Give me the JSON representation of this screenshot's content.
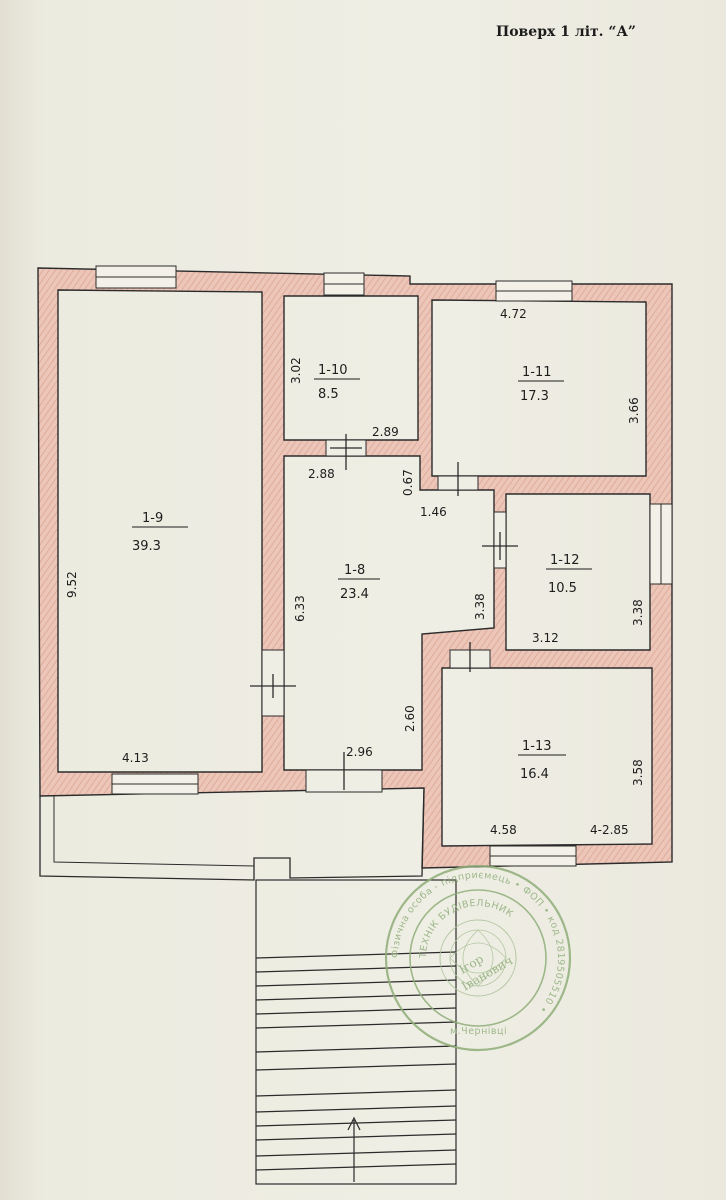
{
  "header": {
    "title": "Поверх 1  літ. “А”"
  },
  "colors": {
    "wall_fill": "#e8c2b5",
    "wall_line": "#2b2b2b",
    "stamp": "#8fae7a",
    "paper": "#efeee4"
  },
  "rooms": [
    {
      "code": "1-9",
      "area": "39.3"
    },
    {
      "code": "1-10",
      "area": "8.5"
    },
    {
      "code": "1-11",
      "area": "17.3"
    },
    {
      "code": "1-8",
      "area": "23.4"
    },
    {
      "code": "1-12",
      "area": "10.5"
    },
    {
      "code": "1-13",
      "area": "16.4"
    }
  ],
  "dimensions": [
    "9.52",
    "4.13",
    "3.02",
    "2.89",
    "2.88",
    "4.72",
    "3.66",
    "0.67",
    "1.46",
    "6.33",
    "3.38",
    "2.60",
    "2.96",
    "3.12",
    "3.38",
    "3.58",
    "4.58",
    "4-2.85"
  ],
  "stamp": {
    "outer_text": "Фізична особа - підприємець • ФОП • код 2819505510 •",
    "inner_text": "ТЕХНІК БУДІВЕЛЬНИК",
    "name_line1": "Ігор",
    "name_line2": "Іванович",
    "city": "м.Чернівці"
  }
}
